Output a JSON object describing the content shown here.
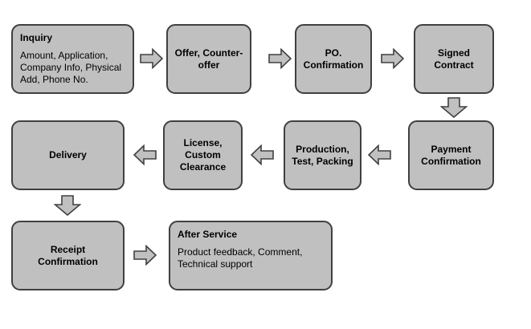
{
  "palette": {
    "page_background": "#ffffff",
    "box_fill": "#c0c0c0",
    "box_border": "#404040",
    "text_color": "#000000"
  },
  "nodes": [
    {
      "id": "inquiry",
      "title": "Inquiry",
      "body": "Amount, Application, Company Info, Physical Add, Phone No."
    },
    {
      "id": "offer",
      "title": "Offer, Counter-offer"
    },
    {
      "id": "po-confirmation",
      "title": "PO. Confirmation"
    },
    {
      "id": "signed-contract",
      "title": "Signed Contract"
    },
    {
      "id": "payment-confirmation",
      "title": "Payment Confirmation"
    },
    {
      "id": "production-test-packing",
      "title": "Production, Test, Packing"
    },
    {
      "id": "license-custom-clearance",
      "title": "License, Custom Clearance"
    },
    {
      "id": "delivery",
      "title": "Delivery"
    },
    {
      "id": "receipt-confirmation",
      "title": "Receipt Confirmation"
    },
    {
      "id": "after-service",
      "title": "After Service",
      "body": "Product feedback, Comment, Technical support"
    }
  ],
  "arrows": [
    {
      "from": "inquiry",
      "to": "offer",
      "direction": "right"
    },
    {
      "from": "offer",
      "to": "po-confirmation",
      "direction": "right"
    },
    {
      "from": "po-confirmation",
      "to": "signed-contract",
      "direction": "right"
    },
    {
      "from": "signed-contract",
      "to": "payment-confirmation",
      "direction": "down"
    },
    {
      "from": "payment-confirmation",
      "to": "production-test-packing",
      "direction": "left"
    },
    {
      "from": "production-test-packing",
      "to": "license-custom-clearance",
      "direction": "left"
    },
    {
      "from": "license-custom-clearance",
      "to": "delivery",
      "direction": "left"
    },
    {
      "from": "delivery",
      "to": "receipt-confirmation",
      "direction": "down"
    },
    {
      "from": "receipt-confirmation",
      "to": "after-service",
      "direction": "right"
    }
  ]
}
